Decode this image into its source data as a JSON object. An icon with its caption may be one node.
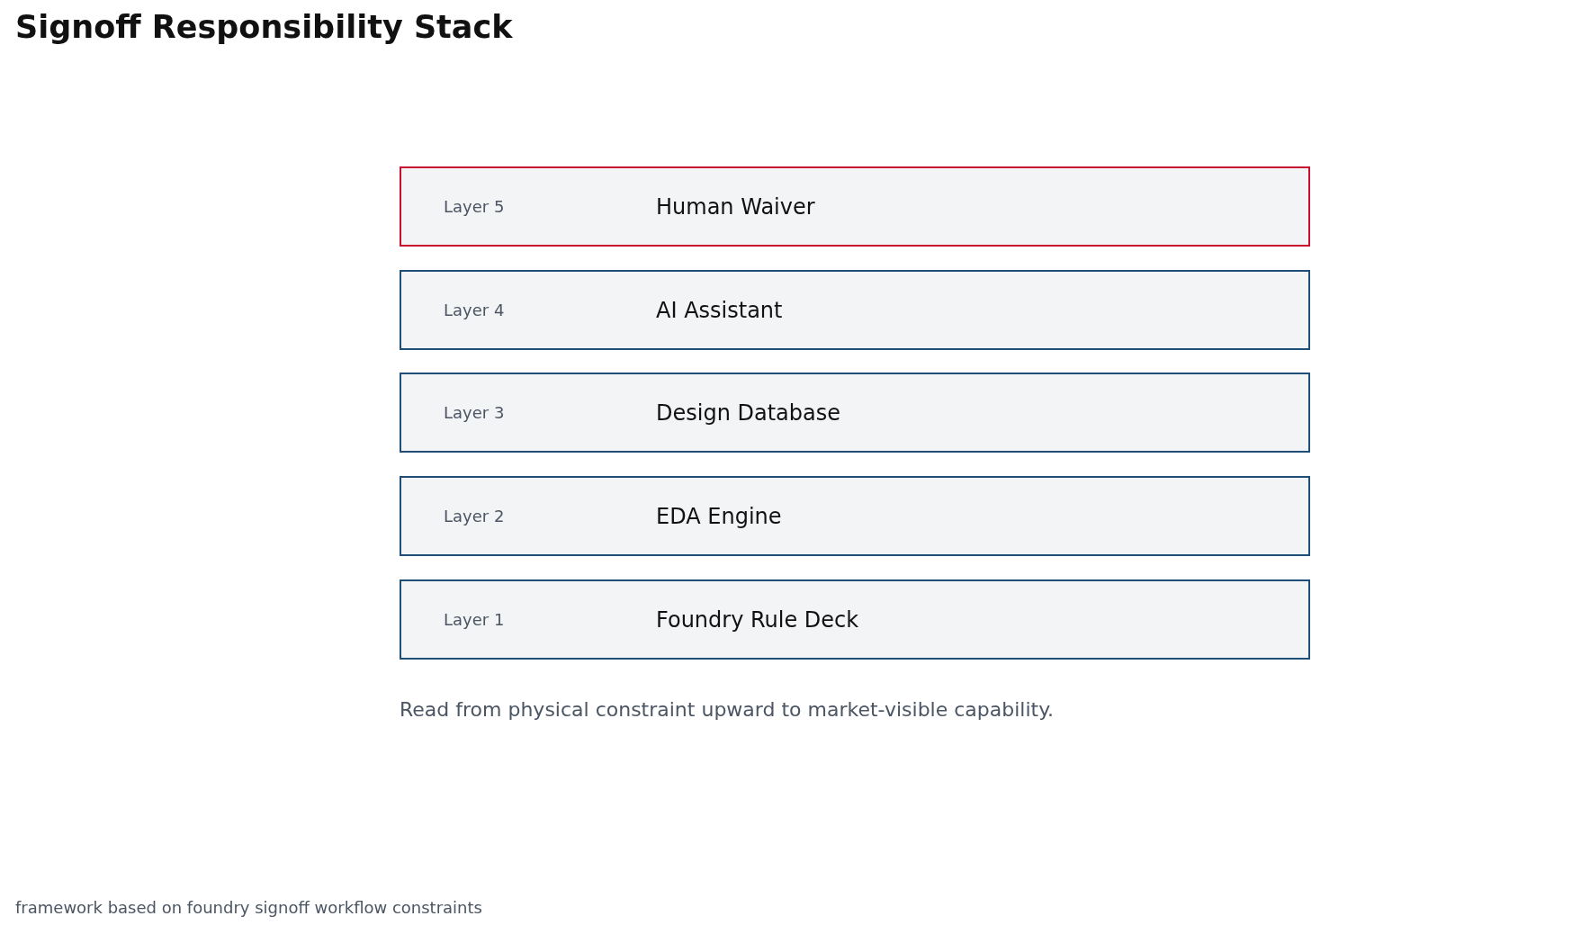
{
  "diagram": {
    "title": "Signoff Responsibility Stack",
    "nodes": [
      {
        "text": [
          "Layer 5",
          "Human Waiver"
        ]
      },
      {
        "text": [
          "Layer 4",
          "AI Assistant"
        ]
      },
      {
        "text": [
          "Layer 3",
          "Design Database"
        ]
      },
      {
        "text": [
          "Layer 2",
          "EDA Engine"
        ]
      },
      {
        "text": [
          "Layer 1",
          "Foundry Rule Deck"
        ]
      }
    ],
    "caption": "Read from physical constraint upward to market-visible capability.",
    "labels": [
      "framework based on foundry signoff workflow constraints"
    ]
  }
}
